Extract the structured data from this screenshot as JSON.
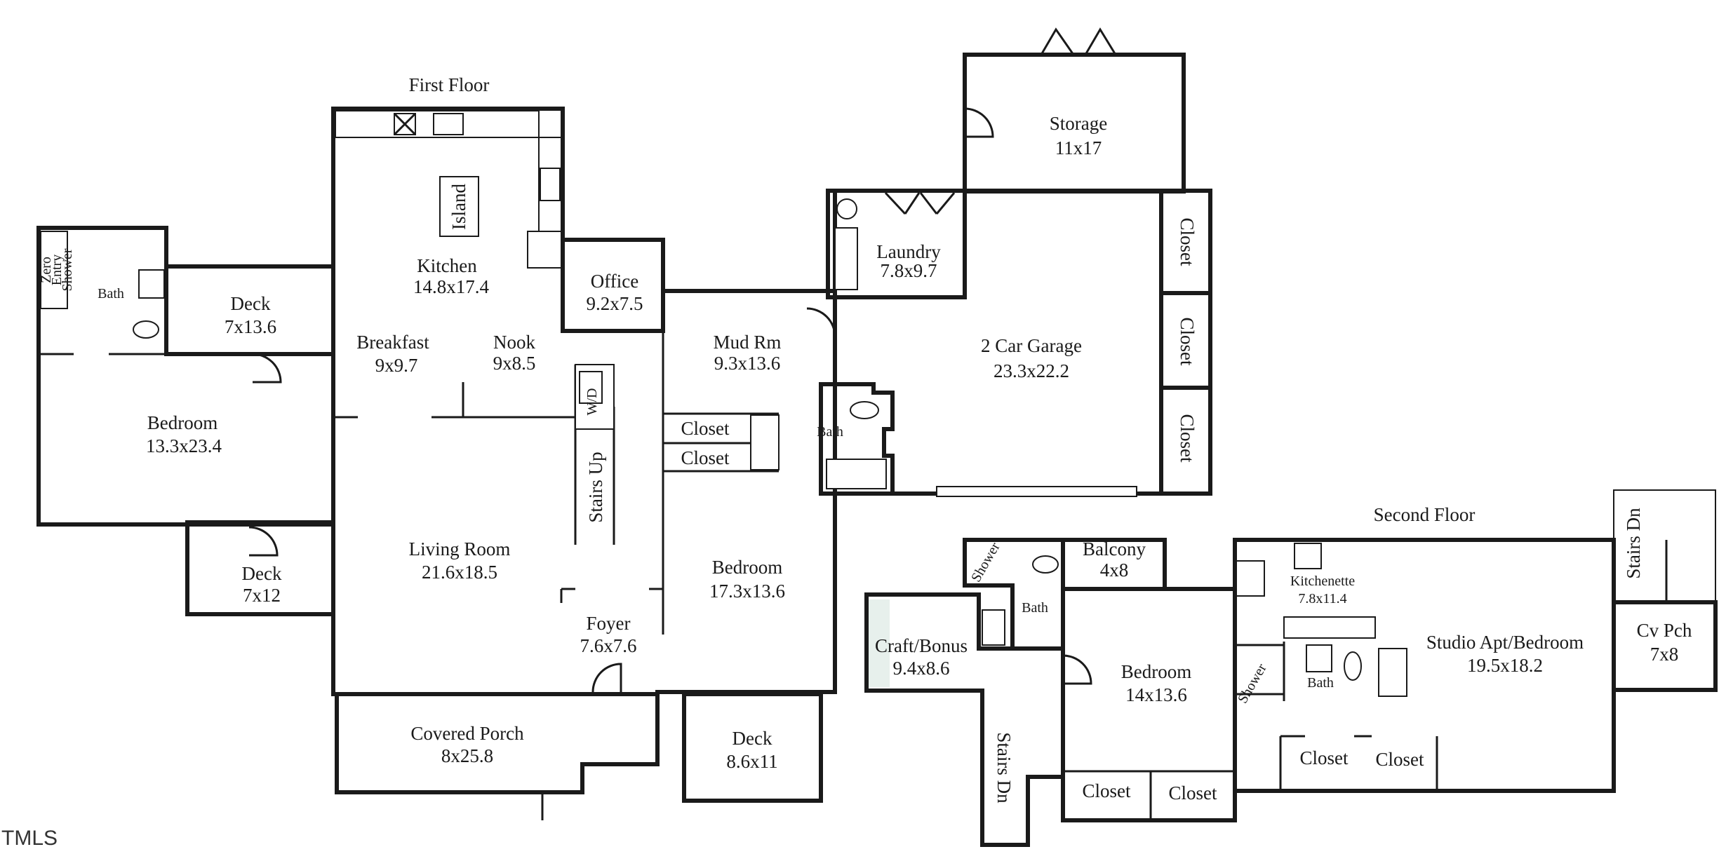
{
  "colors": {
    "room": "#f5f5f5",
    "garage": "#d6d6d6",
    "storage": "#f3f3f5",
    "deck": "#ecebe1",
    "porch": "#ebe0dd",
    "wall": "#1a1a1a"
  },
  "watermark": "TMLS",
  "floors": {
    "first": {
      "title": "First Floor",
      "rooms": {
        "kitchen": {
          "name": "Kitchen",
          "dim": "14.8x17.4"
        },
        "island": {
          "name": "Island"
        },
        "office": {
          "name": "Office",
          "dim": "9.2x7.5"
        },
        "breakfast": {
          "name": "Breakfast",
          "dim": "9x9.7"
        },
        "nook": {
          "name": "Nook",
          "dim": "9x8.5"
        },
        "mudroom": {
          "name": "Mud Rm",
          "dim": "9.3x13.6"
        },
        "deck_left": {
          "name": "Deck",
          "dim": "7x13.6"
        },
        "bath_left": {
          "name": "Bath"
        },
        "shower": {
          "line1": "Zero",
          "line2": "Entry",
          "line3": "Shower"
        },
        "bedroom_left": {
          "name": "Bedroom",
          "dim": "13.3x23.4"
        },
        "deck_lower": {
          "name": "Deck",
          "dim": "7x12"
        },
        "wd": {
          "name": "W/D"
        },
        "stairs_up": {
          "name": "Stairs Up"
        },
        "closet1": {
          "name": "Closet"
        },
        "closet2": {
          "name": "Closet"
        },
        "bath_mid": {
          "name": "Bath"
        },
        "living": {
          "name": "Living Room",
          "dim": "21.6x18.5"
        },
        "foyer": {
          "name": "Foyer",
          "dim": "7.6x7.6"
        },
        "bedroom_right": {
          "name": "Bedroom",
          "dim": "17.3x13.6"
        },
        "porch": {
          "name": "Covered Porch",
          "dim": "8x25.8"
        },
        "deck_front": {
          "name": "Deck",
          "dim": "8.6x11"
        },
        "laundry": {
          "name": "Laundry",
          "dim": "7.8x9.7"
        },
        "garage": {
          "name": "2 Car Garage",
          "dim": "23.3x22.2"
        },
        "storage": {
          "name": "Storage",
          "dim": "11x17"
        },
        "gclosets": [
          "Closet",
          "Closet",
          "Closet"
        ]
      }
    },
    "second": {
      "title": "Second Floor",
      "rooms": {
        "shower_left": {
          "name": "Shower"
        },
        "bath_left": {
          "name": "Bath"
        },
        "balcony": {
          "name": "Balcony",
          "dim": "4x8"
        },
        "kitchenette": {
          "name": "Kitchenette",
          "dim": "7.8x11.4"
        },
        "stairs_dn_right": {
          "name": "Stairs Dn"
        },
        "craft": {
          "name": "Craft/Bonus",
          "dim": "9.4x8.6"
        },
        "bedroom": {
          "name": "Bedroom",
          "dim": "14x13.6"
        },
        "shower_right": {
          "name": "Shower"
        },
        "bath_right": {
          "name": "Bath"
        },
        "studio": {
          "name": "Studio Apt/Bedroom",
          "dim": "19.5x18.2"
        },
        "cvpch": {
          "name": "Cv Pch",
          "dim": "7x8"
        },
        "stairs_dn_left": {
          "name": "Stairs Dn"
        },
        "closets_bed": [
          "Closet",
          "Closet"
        ],
        "closets_studio": [
          "Closet",
          "Closet"
        ]
      }
    }
  }
}
